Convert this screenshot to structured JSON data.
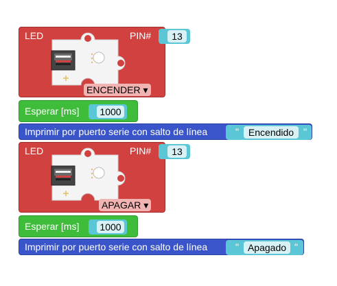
{
  "blocks": [
    {
      "kind": "led",
      "label": "LED",
      "pin_label": "PIN#",
      "pin_value": "13",
      "state": "ENCENDER",
      "caret": "▾"
    },
    {
      "kind": "wait",
      "label": "Esperar [ms]",
      "value": "1000"
    },
    {
      "kind": "print",
      "label": "Imprimir por puerto serie con salto de línea",
      "text": "Encendido"
    },
    {
      "kind": "led",
      "label": "LED",
      "pin_label": "PIN#",
      "pin_value": "13",
      "state": "APAGAR",
      "caret": "▾"
    },
    {
      "kind": "wait",
      "label": "Esperar [ms]",
      "value": "1000"
    },
    {
      "kind": "print",
      "label": "Imprimir por puerto serie con salto de línea",
      "text": "Apagado"
    }
  ],
  "colors": {
    "led": "#d0413f",
    "wait": "#3fbd3a",
    "print": "#3a55c9",
    "value_bg": "#d8f1f4",
    "socket": "#5bc7d6"
  }
}
